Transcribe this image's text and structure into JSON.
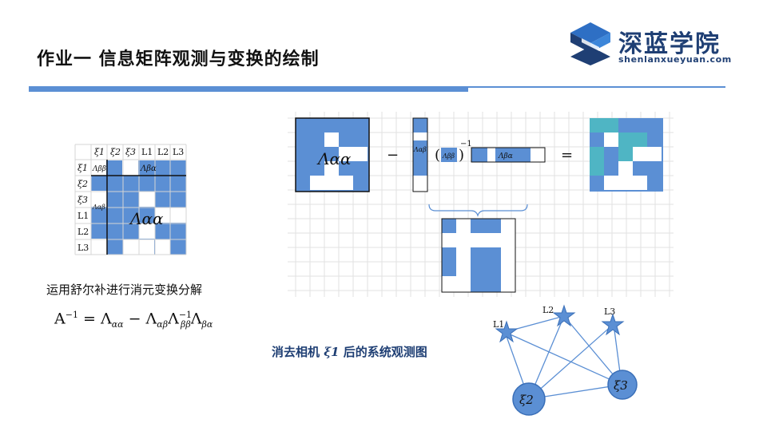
{
  "header": {
    "title": "作业一 信息矩阵观测与变换的绘制",
    "logo_name": "深蓝学院",
    "logo_url": "shenlanxueyuan.com"
  },
  "left_matrix": {
    "col_headers": [
      "ξ1",
      "ξ2",
      "ξ3",
      "L1",
      "L2",
      "L3"
    ],
    "row_headers": [
      "ξ1",
      "ξ2",
      "ξ3",
      "L1",
      "L2",
      "L3"
    ],
    "label_bb": "Λββ",
    "label_ba": "Λβα",
    "label_ab": "Λαβ",
    "label_aa": "Λαα"
  },
  "equation": {
    "minus": "−",
    "equals": "=",
    "open_paren": "(",
    "close_paren": ")",
    "inverse": "−1",
    "label_aa": "Λαα",
    "label_ab": "Λαβ",
    "label_bb": "Λββ",
    "label_ba": "Λβα"
  },
  "caption_schur": "运用舒尔补进行消元变换分解",
  "formula": {
    "lhs": "A",
    "lhs_sup": "−1",
    "eq": " = ",
    "t1": "Λ",
    "t1_sub": "αα",
    "minus": " − ",
    "t2": "Λ",
    "t2_sub": "αβ",
    "t3": "Λ",
    "t3_sup": "−1",
    "t3_sub": "ββ",
    "t4": "Λ",
    "t4_sub": "βα"
  },
  "caption_graph": {
    "prefix": "消去相机",
    "var": "ξ1",
    "suffix": " 后的系统观测图"
  },
  "graph": {
    "landmarks": [
      "L1",
      "L2",
      "L3"
    ],
    "poses": [
      "ξ2",
      "ξ3"
    ]
  },
  "colors": {
    "block_blue": "#5b8fd4",
    "teal": "#4fb5c4",
    "navy": "#1f3f74",
    "grid": "#d4d4d4"
  }
}
